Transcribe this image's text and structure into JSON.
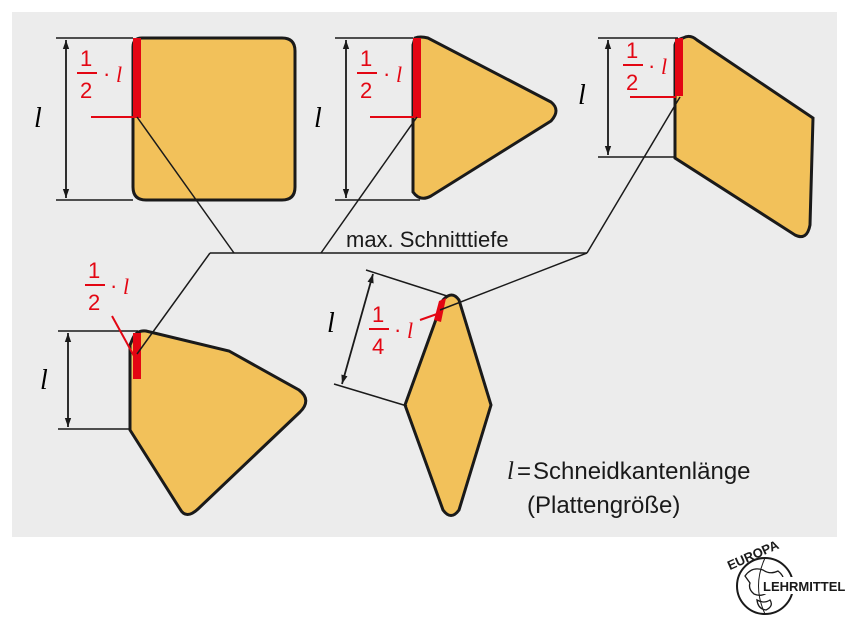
{
  "colors": {
    "panel": "#ececec",
    "insert_fill": "#f2c15a",
    "insert_stroke": "#1a1a1a",
    "cut_edge": "#e30613",
    "dimension_line": "#1a1a1a",
    "fraction_text": "#e30613"
  },
  "labels": {
    "max_depth": "max. Schnitttiefe",
    "length_symbol": "l",
    "dot": "·",
    "half_num": "1",
    "half_den": "2",
    "quarter_num": "1",
    "quarter_den": "4"
  },
  "legend": {
    "symbol": "l",
    "equals": "=",
    "term": "Schneidkantenlänge",
    "note": "(Plattengröße)"
  },
  "inserts": [
    {
      "shape": "square",
      "fraction": "1/2 · l"
    },
    {
      "shape": "triangle",
      "fraction": "1/2 · l"
    },
    {
      "shape": "parallelogram",
      "fraction": "1/2 · l"
    },
    {
      "shape": "trigon",
      "fraction": "1/2 · l"
    },
    {
      "shape": "rhombus",
      "fraction": "1/4 · l"
    }
  ],
  "logo": {
    "top_text": "EUROPA",
    "bottom_text": "LEHRMITTEL",
    "icon": "globe-logo"
  }
}
